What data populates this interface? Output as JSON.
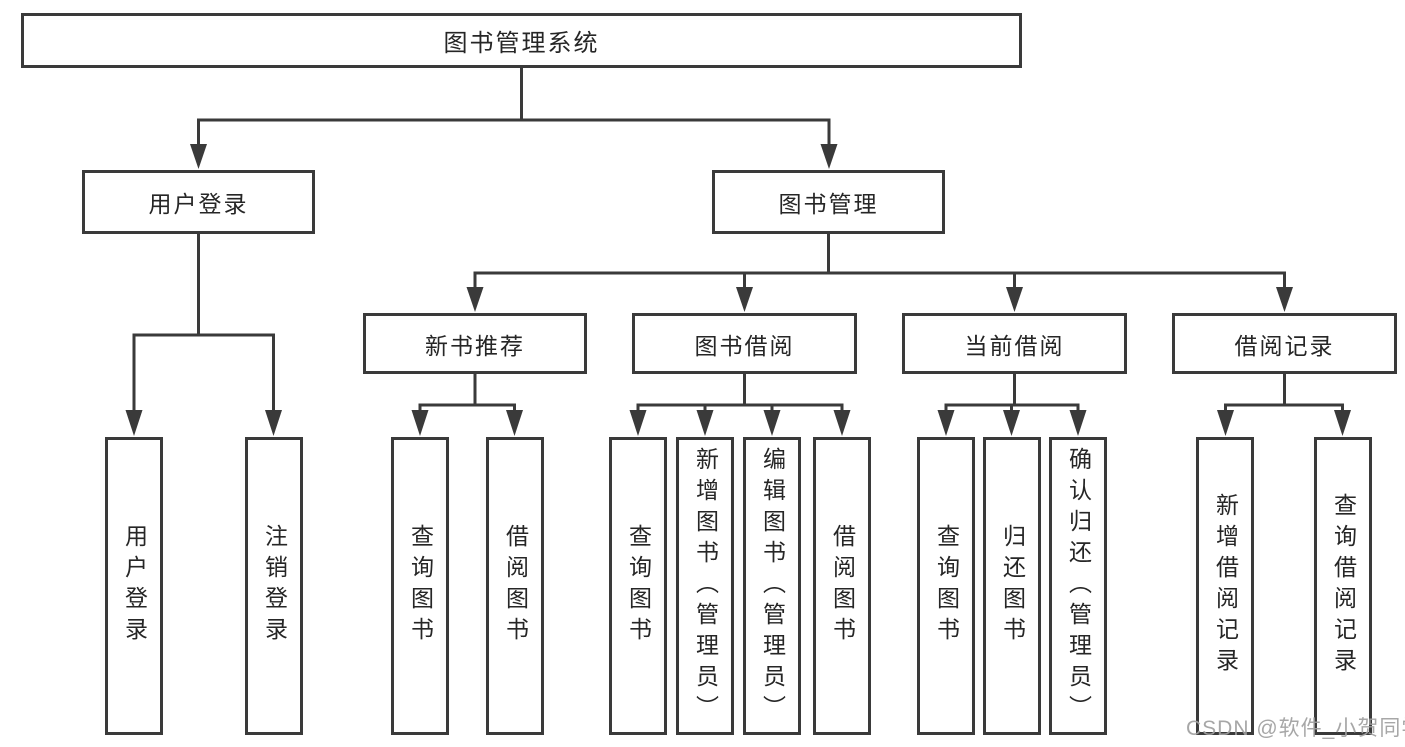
{
  "diagram": {
    "root": {
      "label": "图书管理系统"
    },
    "level2": [
      {
        "label": "用户登录"
      },
      {
        "label": "图书管理"
      }
    ],
    "level3": [
      {
        "label": "新书推荐"
      },
      {
        "label": "图书借阅"
      },
      {
        "label": "当前借阅"
      },
      {
        "label": "借阅记录"
      }
    ],
    "leaves": {
      "login": [
        "用户登录",
        "注销登录"
      ],
      "recommend": [
        "查询图书",
        "借阅图书"
      ],
      "borrow": [
        "查询图书",
        "新增图书（管理员）",
        "编辑图书（管理员）",
        "借阅图书"
      ],
      "current": [
        "查询图书",
        "归还图书",
        "确认归还（管理员）"
      ],
      "records": [
        "新增借阅记录",
        "查询借阅记录"
      ]
    }
  },
  "watermark": {
    "text": "CSDN @软件_小贺同学"
  },
  "colors": {
    "line": "#3a3a3a",
    "text": "#262626",
    "background": "#ffffff",
    "watermark": "#a0a0a0"
  }
}
